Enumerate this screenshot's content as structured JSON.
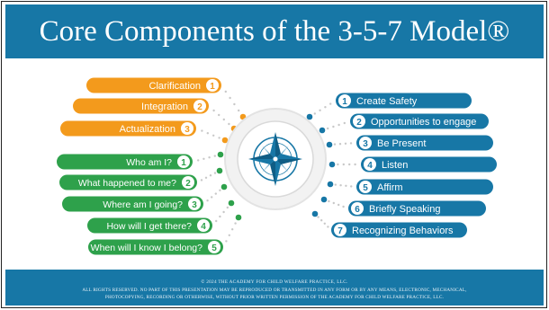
{
  "title": "Core Components of the 3-5-7 Model®",
  "colors": {
    "blue": "#1777a6",
    "orange": "#f39a1c",
    "green": "#2ea14b",
    "white": "#ffffff"
  },
  "orange_items": [
    {
      "label": "Clarification",
      "num": "1"
    },
    {
      "label": "Integration",
      "num": "2"
    },
    {
      "label": "Actualization",
      "num": "3"
    }
  ],
  "green_items": [
    {
      "label": "Who am I?",
      "num": "1"
    },
    {
      "label": "What happened to me?",
      "num": "2"
    },
    {
      "label": "Where am I going?",
      "num": "3"
    },
    {
      "label": "How will I get there?",
      "num": "4"
    },
    {
      "label": "When will I know I belong?",
      "num": "5"
    }
  ],
  "blue_items": [
    {
      "label": "Create Safety",
      "num": "1"
    },
    {
      "label": "Opportunities to engage",
      "num": "2"
    },
    {
      "label": "Be Present",
      "num": "3"
    },
    {
      "label": "Listen",
      "num": "4"
    },
    {
      "label": "Affirm",
      "num": "5"
    },
    {
      "label": "Briefly Speaking",
      "num": "6"
    },
    {
      "label": "Recognizing Behaviors",
      "num": "7"
    }
  ],
  "center_icon": "compass-rose-icon",
  "footer": {
    "line1": "© 2024 THE ACADEMY FOR CHILD WELFARE PRACTICE, LLC.",
    "line2": "ALL RIGHTS RESERVED. NO PART OF THIS PRESENTATION MAY BE REPRODUCED OR TRANSMITTED IN ANY FORM OR BY ANY MEANS, ELECTRONIC, MECHANICAL,",
    "line3": "PHOTOCOPYING, RECORDING OR OTHERWISE, WITHOUT PRIOR WRITTEN PERMISSION OF THE ACADEMY FOR CHILD WELFARE PRACTICE, LLC."
  }
}
